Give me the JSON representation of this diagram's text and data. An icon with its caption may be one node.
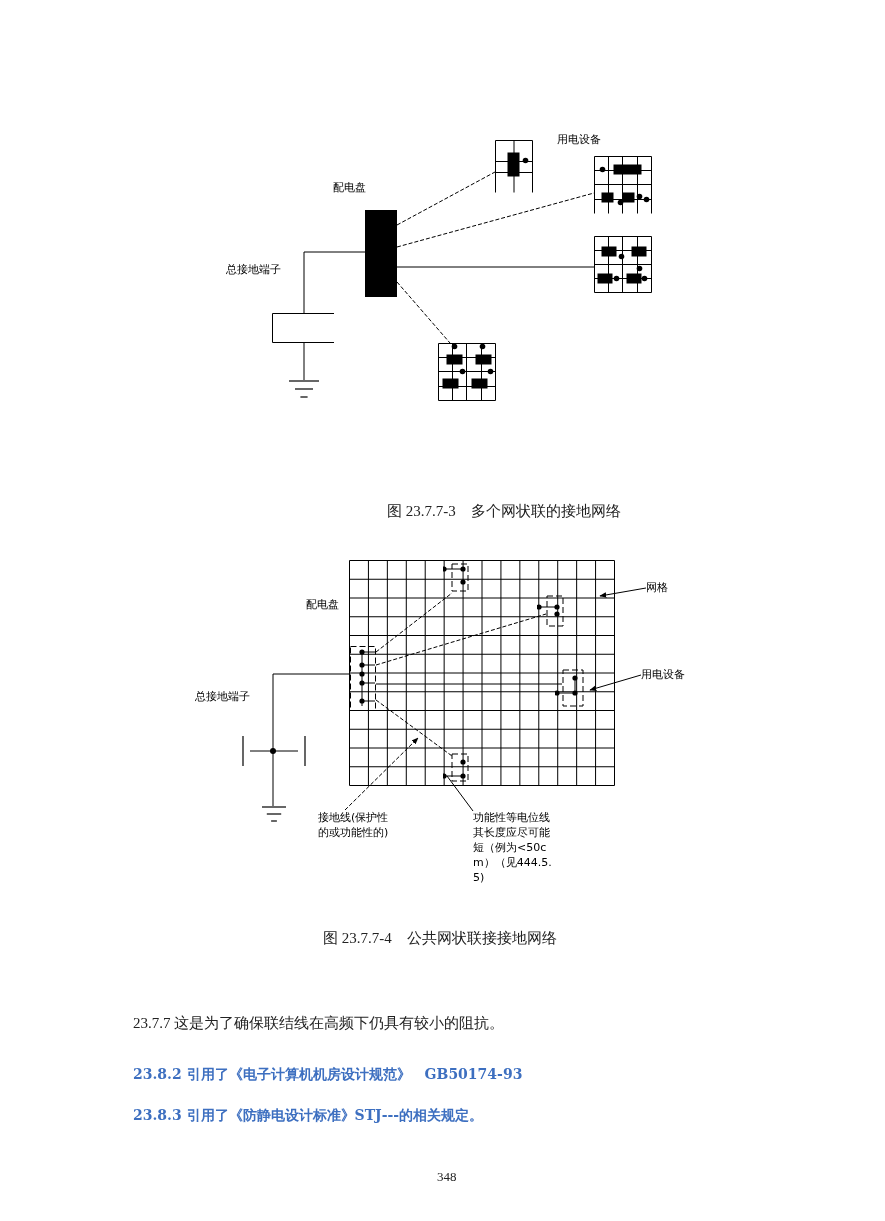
{
  "diagram": {
    "nodes": [
      {
        "text": [
          "配电盘"
        ]
      },
      {
        "text": [
          "总接地端子"
        ]
      },
      {
        "text": [],
        "shape": "ground"
      },
      {
        "text": [],
        "shape": "box"
      },
      {
        "text": [],
        "shape": "box"
      },
      {
        "text": [],
        "shape": "box"
      },
      {
        "text": [],
        "shape": "box"
      },
      {
        "text": [
          "网格"
        ]
      },
      {
        "text": [],
        "shape": "grid"
      },
      {
        "text": [],
        "shape": "box",
        "in": 8
      },
      {
        "text": [],
        "shape": "box",
        "in": 8
      },
      {
        "text": [],
        "shape": "box",
        "in": 8
      },
      {
        "text": [],
        "shape": "box",
        "in": 8
      },
      {
        "text": [],
        "shape": "box",
        "in": 8
      },
      {
        "text": [
          "用电设备"
        ]
      },
      {
        "text": [
          "总接地端子"
        ]
      },
      {
        "text": [],
        "shape": "ground"
      },
      {
        "text": [
          "接地线(保护性的或功能性的)"
        ]
      },
      {
        "text": [
          "功能性等电位线其长度应尽可能短（例为<50cm）（见444.5.5)"
        ]
      }
    ],
    "edges": [
      {
        "from": 0,
        "to": 1,
        "arrow": "none"
      },
      {
        "from": 1,
        "to": 2,
        "arrow": "none"
      },
      {
        "from": 0,
        "to": 3,
        "arrow": "none",
        "style": "dashed"
      },
      {
        "from": 0,
        "to": 4,
        "arrow": "none",
        "style": "dashed"
      },
      {
        "from": 0,
        "to": 5,
        "arrow": "none"
      },
      {
        "from": 0,
        "to": 6,
        "arrow": "none",
        "style": "dashed"
      },
      {
        "from": 7,
        "to": 8,
        "arrow": "to"
      },
      {
        "from": 9,
        "to": 15,
        "arrow": "none"
      },
      {
        "from": 15,
        "to": 16,
        "arrow": "none"
      },
      {
        "from": 9,
        "to": 10,
        "arrow": "none",
        "style": "dashed"
      },
      {
        "from": 9,
        "to": 11,
        "arrow": "none",
        "style": "dashed"
      },
      {
        "from": 9,
        "to": 12,
        "arrow": "none"
      },
      {
        "from": 9,
        "to": 13,
        "arrow": "none",
        "style": "dashed"
      },
      {
        "from": 14,
        "to": 12,
        "arrow": "to"
      },
      {
        "from": 17,
        "to": 8,
        "arrow": "to",
        "style": "dashed"
      },
      {
        "from": 18,
        "to": 13,
        "arrow": "none"
      }
    ],
    "labels": [
      "用电设备",
      "图 23.7.7-3　多个网状联的接地网络",
      "配电盘",
      "图 23.7.7-4　公共网状联接接地网络",
      "23.7.7 这是为了确保联结线在高频下仍具有较小的阻抗。",
      "23.8.2 引用了《电子计算机机房设计规范》　GB50174-93",
      "23.8.3 引用了《防静电设计标准》STJ---的相关规定。",
      "348"
    ]
  }
}
